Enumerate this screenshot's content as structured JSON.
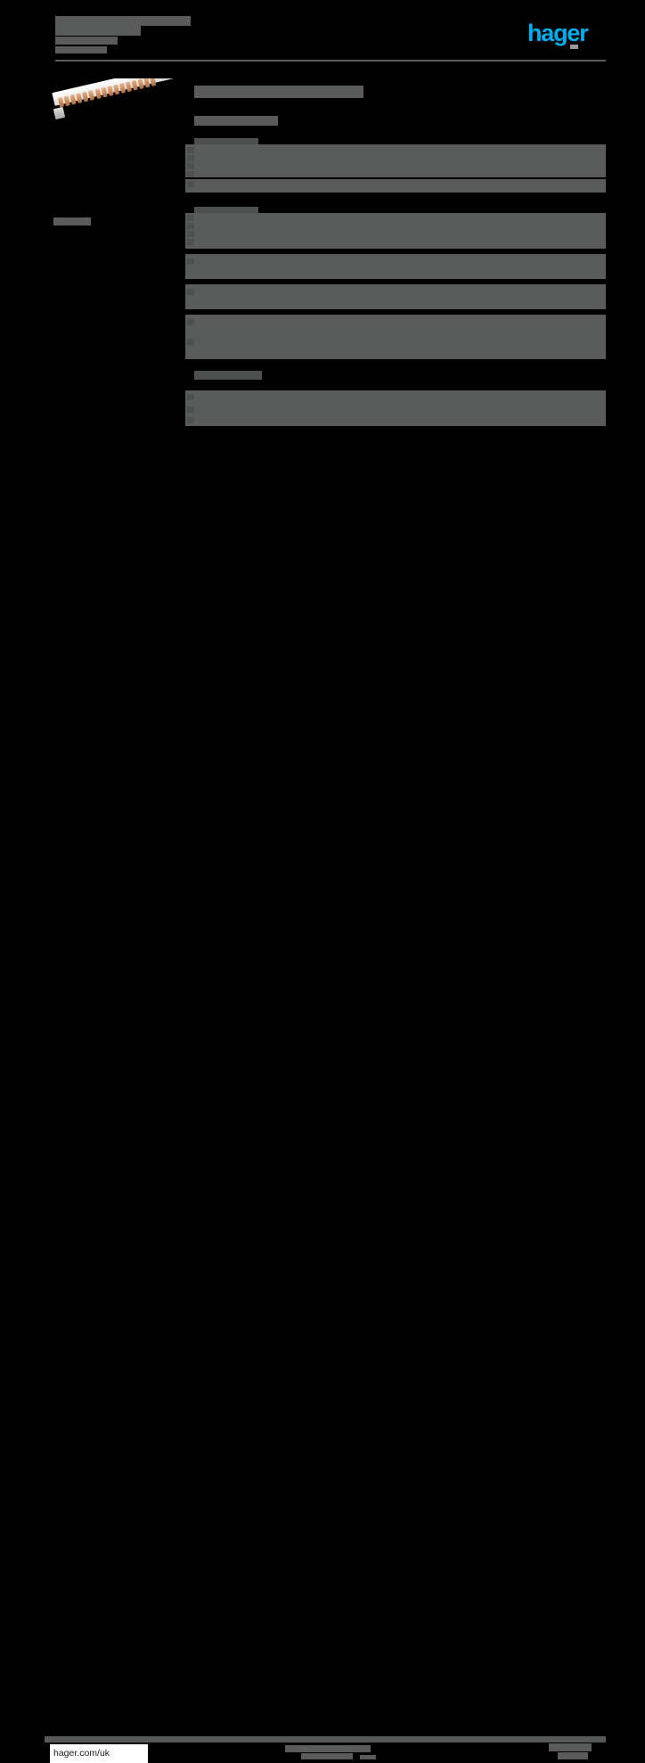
{
  "document": {
    "kind": "product-datasheet",
    "redacted": true,
    "page_background": "#000000",
    "redaction_color": "#5a5c5c"
  },
  "brand": {
    "logo_text": "hager",
    "logo_color": "#00aeef"
  },
  "header": {
    "title_lines": [
      "",
      "",
      "",
      ""
    ],
    "rule_color": "#5a5c5c"
  },
  "product_image": {
    "icon": "busbar-comb-image",
    "alt": "",
    "body_color": "#f2f2f0",
    "pin_color": "#c98a5c",
    "pin_count": 16
  },
  "sidebar": {
    "label": ""
  },
  "main": {
    "title": "",
    "subtitle": "",
    "sections": [
      {
        "heading": "",
        "rows": [
          {
            "key": "",
            "value": ""
          },
          {
            "key": "",
            "value": ""
          },
          {
            "key": "",
            "value": ""
          },
          {
            "key": "",
            "value": ""
          }
        ]
      },
      {
        "heading": "",
        "rows": [
          {
            "key": "",
            "value": ""
          },
          {
            "key": "",
            "value": ""
          },
          {
            "key": "",
            "value": ""
          },
          {
            "key": "",
            "value": ""
          },
          {
            "key": "",
            "value": ""
          },
          {
            "key": "",
            "value": ""
          },
          {
            "key": "",
            "value": ""
          },
          {
            "key": "",
            "value": ""
          },
          {
            "key": "",
            "value": ""
          }
        ]
      },
      {
        "heading": "",
        "rows": [
          {
            "key": "",
            "value": ""
          },
          {
            "key": "",
            "value": ""
          },
          {
            "key": "",
            "value": ""
          }
        ]
      }
    ]
  },
  "footer": {
    "url": "hager.com/uk",
    "center_text": "",
    "page_number": ""
  }
}
